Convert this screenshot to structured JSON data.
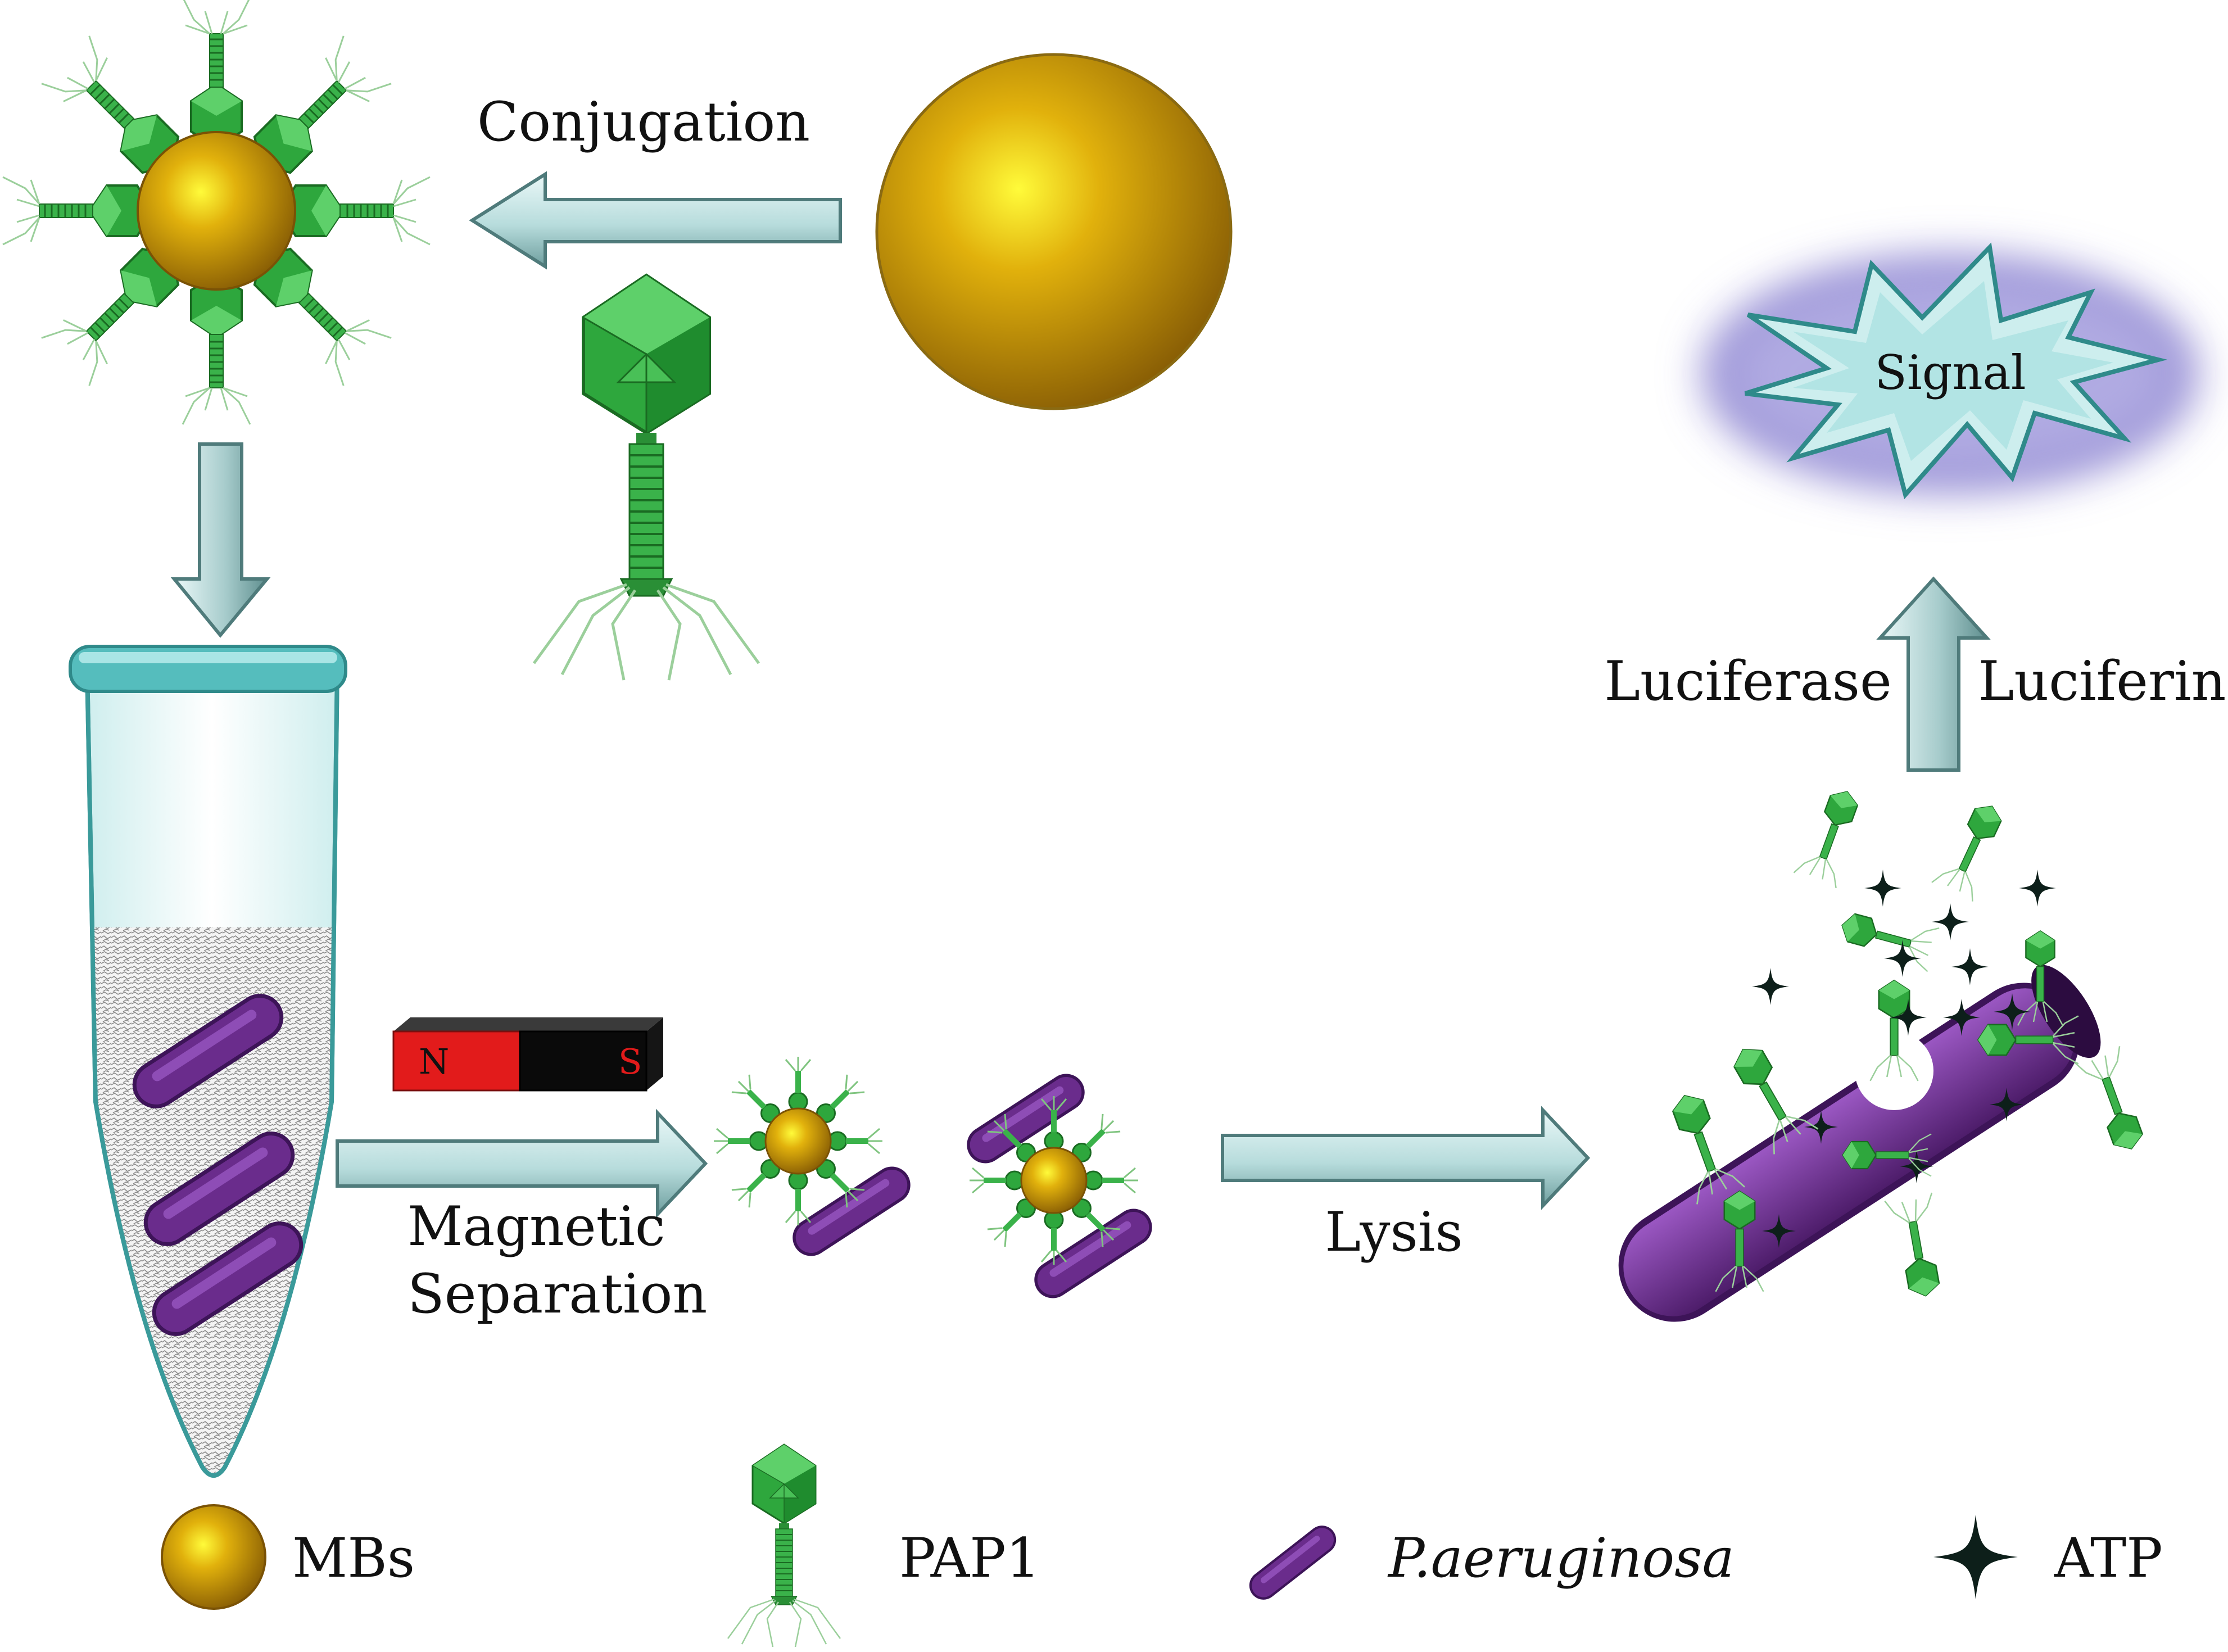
{
  "labels": {
    "conjugation": "Conjugation",
    "signal": "Signal",
    "luciferase": "Luciferase",
    "luciferin": "Luciferin",
    "magnetic_line1": "Magnetic",
    "magnetic_line2": "Separation",
    "lysis": "Lysis"
  },
  "magnet": {
    "north": "N",
    "south": "S"
  },
  "legend": {
    "mbs": "MBs",
    "pap1": "PAP1",
    "bacteria": "P.aeruginosa",
    "atp": "ATP"
  },
  "colors": {
    "phage_green": "#2e9e3a",
    "bead_gold": "#b8860b",
    "bacteria_purple": "#6a2c8c",
    "arrow_fill": "#bfe3e3",
    "signal_glow": "#9a93d6",
    "magnet_red": "#e21b1b"
  }
}
